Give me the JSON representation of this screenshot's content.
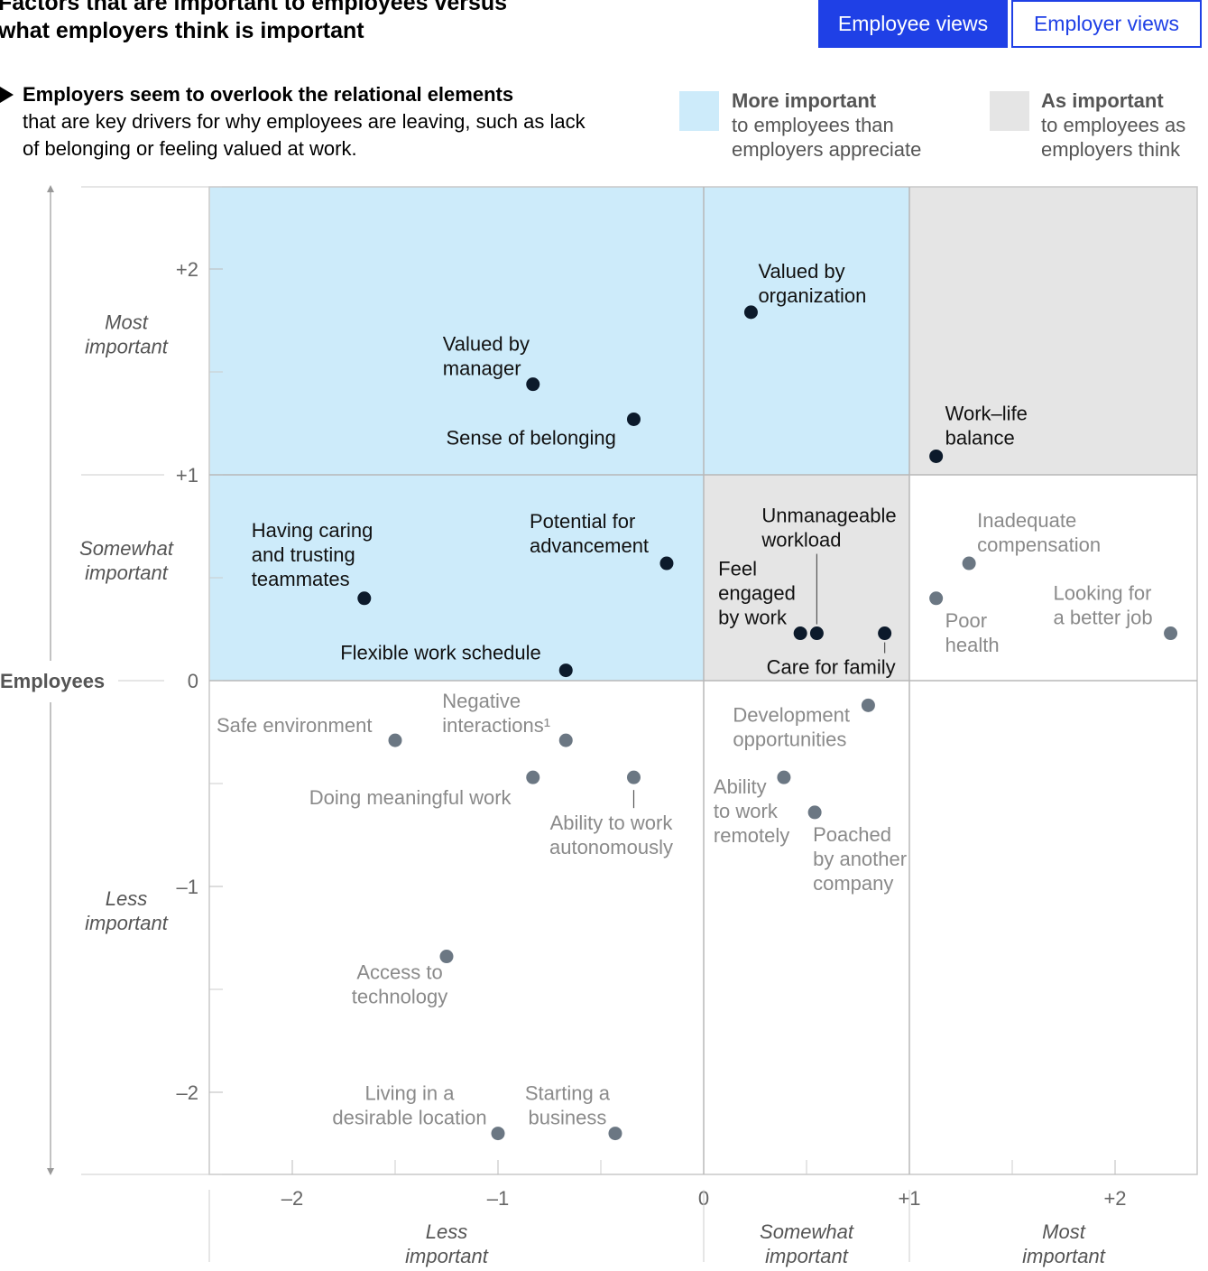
{
  "header": {
    "title": "Factors that are important to employees versus what employers think is important",
    "tabs": [
      {
        "label": "Employee views",
        "active": true
      },
      {
        "label": "Employer views",
        "active": false
      }
    ]
  },
  "callout": {
    "bold": "Employers seem to overlook the relational elements",
    "rest": "that are key drivers for why employees are leaving, such as lack of belonging or feeling valued at work."
  },
  "legend": [
    {
      "title": "More important",
      "text": "to employees than employers appreciate",
      "color": "#cdebfa"
    },
    {
      "title": "As important",
      "text": "to employees as employers think",
      "color": "#e5e5e5"
    }
  ],
  "colors": {
    "accent": "#1f40e6",
    "blue_zone": "#cdebfa",
    "grey_zone": "#e5e5e5",
    "dot_dark": "#0c1a2b",
    "dot_grey": "#6b7783",
    "text_grey": "#8a8a8a"
  },
  "chart_data": {
    "type": "scatter",
    "ylabel": "Employees",
    "xlim": [
      -2.4,
      2.4
    ],
    "ylim": [
      -2.4,
      2.4
    ],
    "x_ticks": [
      {
        "v": -2,
        "label": "–2"
      },
      {
        "v": -1,
        "label": "–1"
      },
      {
        "v": 0,
        "label": "0"
      },
      {
        "v": 1,
        "label": "+1"
      },
      {
        "v": 2,
        "label": "+2"
      }
    ],
    "y_ticks": [
      {
        "v": 2,
        "label": "+2"
      },
      {
        "v": 1,
        "label": "+1"
      },
      {
        "v": 0,
        "label": "0"
      },
      {
        "v": -1,
        "label": "–1"
      },
      {
        "v": -2,
        "label": "–2"
      }
    ],
    "y_bands": [
      {
        "label": "Most important",
        "y": 1.7
      },
      {
        "label": "Somewhat important",
        "y": 0.6
      },
      {
        "label": "Less important",
        "y": -1.1
      }
    ],
    "x_bands": [
      {
        "label": "Less important",
        "x": -1.25
      },
      {
        "label": "Somewhat important",
        "x": 0.5
      },
      {
        "label": "Most important",
        "x": 1.75
      }
    ],
    "zones": [
      {
        "x0": -2.4,
        "x1": 0,
        "y0": 0,
        "y1": 2.4,
        "fill": "blue"
      },
      {
        "x0": 0,
        "x1": 1,
        "y0": 1,
        "y1": 2.4,
        "fill": "blue"
      },
      {
        "x0": 1,
        "x1": 2.4,
        "y0": 1,
        "y1": 2.4,
        "fill": "grey"
      },
      {
        "x0": 0,
        "x1": 1,
        "y0": 0,
        "y1": 1,
        "fill": "grey"
      }
    ],
    "points": [
      {
        "label": "Valued by organization",
        "x": 0.23,
        "y": 1.79,
        "dark": true
      },
      {
        "label": "Valued by manager",
        "x": -0.83,
        "y": 1.44,
        "dark": true
      },
      {
        "label": "Sense of belonging",
        "x": -0.34,
        "y": 1.27,
        "dark": true
      },
      {
        "label": "Work–life balance",
        "x": 1.13,
        "y": 1.09,
        "dark": true
      },
      {
        "label": "Having caring and trusting teammates",
        "x": -1.65,
        "y": 0.4,
        "dark": true
      },
      {
        "label": "Potential for advancement",
        "x": -0.18,
        "y": 0.57,
        "dark": true
      },
      {
        "label": "Flexible work schedule",
        "x": -0.67,
        "y": 0.05,
        "dark": true
      },
      {
        "label": "Feel engaged by work",
        "x": 0.47,
        "y": 0.23,
        "dark": true
      },
      {
        "label": "Unmanageable workload",
        "x": 0.55,
        "y": 0.23,
        "dark": true
      },
      {
        "label": "Care for family",
        "x": 0.88,
        "y": 0.23,
        "dark": true
      },
      {
        "label": "Inadequate compensation",
        "x": 1.29,
        "y": 0.57,
        "dark": false
      },
      {
        "label": "Poor health",
        "x": 1.13,
        "y": 0.4,
        "dark": false
      },
      {
        "label": "Looking for a better job",
        "x": 2.27,
        "y": 0.23,
        "dark": false
      },
      {
        "label": "Development opportunities",
        "x": 0.8,
        "y": -0.12,
        "dark": false
      },
      {
        "label": "Negative interactions¹",
        "x": -0.67,
        "y": -0.29,
        "dark": false
      },
      {
        "label": "Safe environment",
        "x": -1.5,
        "y": -0.29,
        "dark": false
      },
      {
        "label": "Doing meaningful work",
        "x": -0.83,
        "y": -0.47,
        "dark": false
      },
      {
        "label": "Ability to work autonomously",
        "x": -0.34,
        "y": -0.47,
        "dark": false
      },
      {
        "label": "Ability to work remotely",
        "x": 0.39,
        "y": -0.47,
        "dark": false
      },
      {
        "label": "Poached by another company",
        "x": 0.54,
        "y": -0.64,
        "dark": false
      },
      {
        "label": "Access to technology",
        "x": -1.25,
        "y": -1.34,
        "dark": false
      },
      {
        "label": "Living in a desirable location",
        "x": -1.0,
        "y": -2.2,
        "dark": false
      },
      {
        "label": "Starting a business",
        "x": -0.43,
        "y": -2.2,
        "dark": false
      }
    ]
  }
}
